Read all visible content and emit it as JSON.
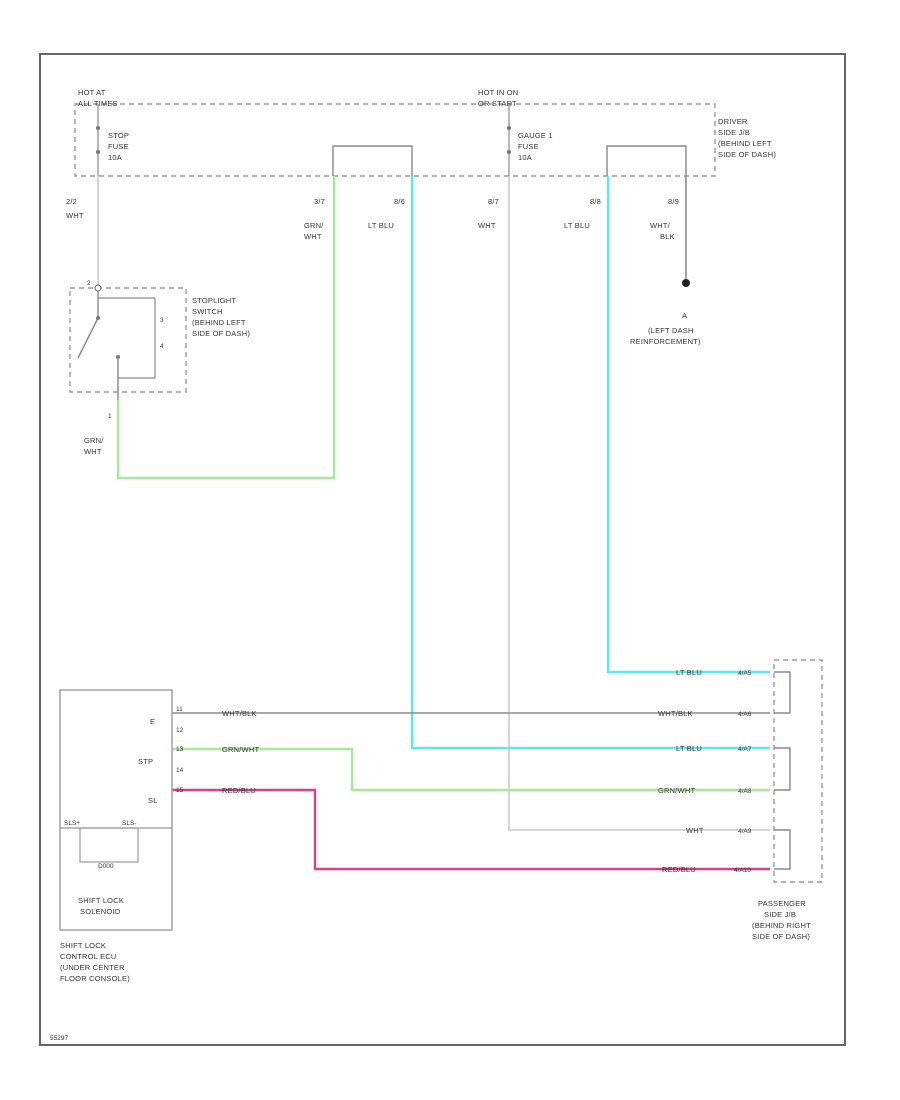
{
  "page_id": "55297",
  "top_labels": {
    "hot_at_all_times": [
      "HOT AT",
      "ALL TIMES"
    ],
    "hot_in_on": [
      "HOT IN ON",
      "OR START"
    ],
    "stop_fuse": [
      "STOP",
      "FUSE",
      "10A"
    ],
    "gauge_fuse": [
      "GAUGE 1",
      "FUSE",
      "10A"
    ],
    "driver_jb": [
      "DRIVER",
      "SIDE J/B",
      "(BEHIND LEFT",
      "SIDE OF DASH)"
    ]
  },
  "top_pins": {
    "p1": [
      "2/2",
      "WHT"
    ],
    "p2": [
      "3/7",
      "GRN/",
      "WHT"
    ],
    "p3": [
      "8/6",
      "LT BLU"
    ],
    "p4": [
      "8/7",
      "WHT"
    ],
    "p5": [
      "8/8",
      "LT BLU"
    ],
    "p6": [
      "8/9",
      "WHT/",
      "BLK"
    ]
  },
  "stoplight_switch": {
    "label": [
      "STOPLIGHT",
      "SWITCH",
      "(BEHIND LEFT",
      "SIDE OF DASH)"
    ],
    "pin_top": "2",
    "pin_bottom": "1",
    "side_pins": [
      "3",
      "4"
    ],
    "wire": [
      "GRN/",
      "WHT"
    ]
  },
  "ground": {
    "id": "A",
    "label": [
      "(LEFT DASH",
      "REINFORCEMENT)"
    ]
  },
  "ecu": {
    "pins": [
      "E",
      "STP",
      "SL"
    ],
    "pin_nums": [
      "11",
      "12",
      "13",
      "14",
      "15"
    ],
    "solenoid_pins": [
      "SLS+",
      "SLS-"
    ],
    "solenoid_inner": "D000",
    "solenoid_label": [
      "SHIFT LOCK",
      "SOLENOID"
    ],
    "label": [
      "SHIFT LOCK",
      "CONTROL ECU",
      "(UNDER CENTER",
      "FLOOR CONSOLE)"
    ]
  },
  "wires_left": [
    "WHT/BLK",
    "GRN/WHT",
    "RED/BLU"
  ],
  "wires_right": [
    "LT BLU",
    "WHT/BLK",
    "LT BLU",
    "GRN/WHT",
    "WHT",
    "RED/BLU"
  ],
  "passenger_pins": [
    "4/A5",
    "4/A6",
    "4/A7",
    "4/A8",
    "4/A9",
    "4/A10"
  ],
  "passenger_jb": [
    "PASSENGER",
    "SIDE J/B",
    "(BEHIND RIGHT",
    "SIDE OF DASH)"
  ],
  "colors": {
    "lt_blu": "#5fe6ee",
    "grn_wht": "#a9e89a",
    "red_blu": "#d4418a",
    "wht": "#c8c8c8",
    "wht_blk": "#8c8c8c",
    "frame": "#666666"
  }
}
